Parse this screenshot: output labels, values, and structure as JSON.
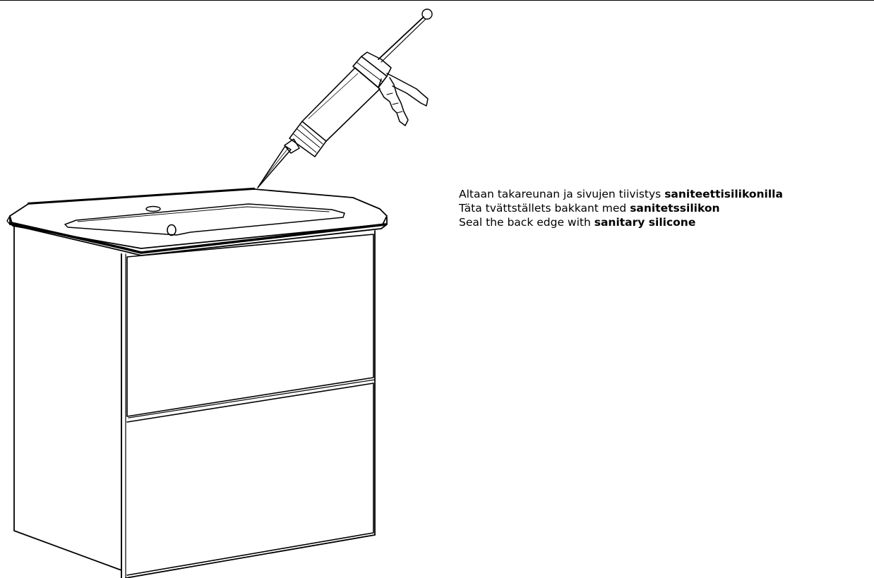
{
  "instructions": [
    {
      "text": "Altaan takareunan ja sivujen tiivistys ",
      "bold": "saniteettisilikonilla"
    },
    {
      "text": "Täta tvättställets bakkant med ",
      "bold": "sanitetssilikon"
    },
    {
      "text": "Seal the back edge with ",
      "bold": "sanitary silicone"
    }
  ],
  "colors": {
    "line": "#000000",
    "background": "#ffffff"
  },
  "icons": [
    "caulking-gun-icon",
    "vanity-cabinet-icon",
    "washbasin-icon"
  ]
}
